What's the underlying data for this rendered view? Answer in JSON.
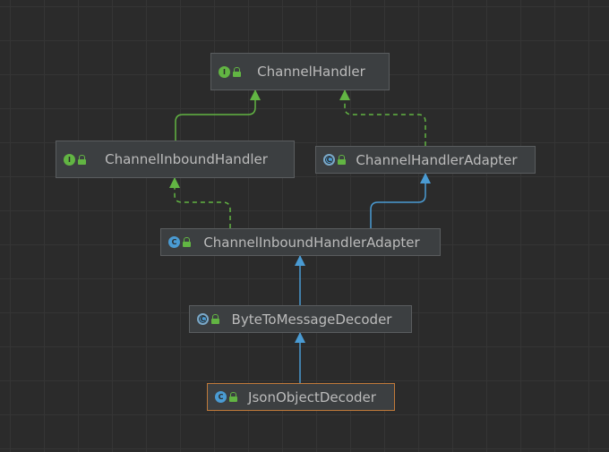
{
  "colors": {
    "background": "#2b2b2b",
    "node_fill": "#3c3f41",
    "node_border": "#5a5d5f",
    "selected_border": "#c07a3a",
    "text": "#bbbbbb",
    "interface_edge": "#62b543",
    "class_edge": "#4a9bd3"
  },
  "nodes": [
    {
      "id": "channel-handler",
      "label": "ChannelHandler",
      "kind": "interface",
      "badge": "I",
      "icon": "interface-icon"
    },
    {
      "id": "channel-inbound-handler",
      "label": "ChannelInboundHandler",
      "kind": "interface",
      "badge": "I",
      "icon": "interface-icon"
    },
    {
      "id": "channel-handler-adapter",
      "label": "ChannelHandlerAdapter",
      "kind": "abstract-class",
      "badge": "C",
      "icon": "abstract-class-icon"
    },
    {
      "id": "channel-inbound-handler-adapter",
      "label": "ChannelInboundHandlerAdapter",
      "kind": "class",
      "badge": "C",
      "icon": "class-icon"
    },
    {
      "id": "byte-to-message-decoder",
      "label": "ByteToMessageDecoder",
      "kind": "abstract-class",
      "badge": "C",
      "icon": "abstract-class-icon"
    },
    {
      "id": "json-object-decoder",
      "label": "JsonObjectDecoder",
      "kind": "class",
      "badge": "C",
      "icon": "class-icon",
      "selected": true
    }
  ],
  "edges": [
    {
      "from": "channel-inbound-handler",
      "to": "channel-handler",
      "relation": "extends",
      "style": "solid",
      "color": "#62b543"
    },
    {
      "from": "channel-handler-adapter",
      "to": "channel-handler",
      "relation": "implements",
      "style": "dashed",
      "color": "#62b543"
    },
    {
      "from": "channel-inbound-handler-adapter",
      "to": "channel-inbound-handler",
      "relation": "implements",
      "style": "dashed",
      "color": "#62b543"
    },
    {
      "from": "channel-inbound-handler-adapter",
      "to": "channel-handler-adapter",
      "relation": "extends",
      "style": "solid",
      "color": "#4a9bd3"
    },
    {
      "from": "byte-to-message-decoder",
      "to": "channel-inbound-handler-adapter",
      "relation": "extends",
      "style": "solid",
      "color": "#4a9bd3"
    },
    {
      "from": "json-object-decoder",
      "to": "byte-to-message-decoder",
      "relation": "extends",
      "style": "solid",
      "color": "#4a9bd3"
    }
  ]
}
